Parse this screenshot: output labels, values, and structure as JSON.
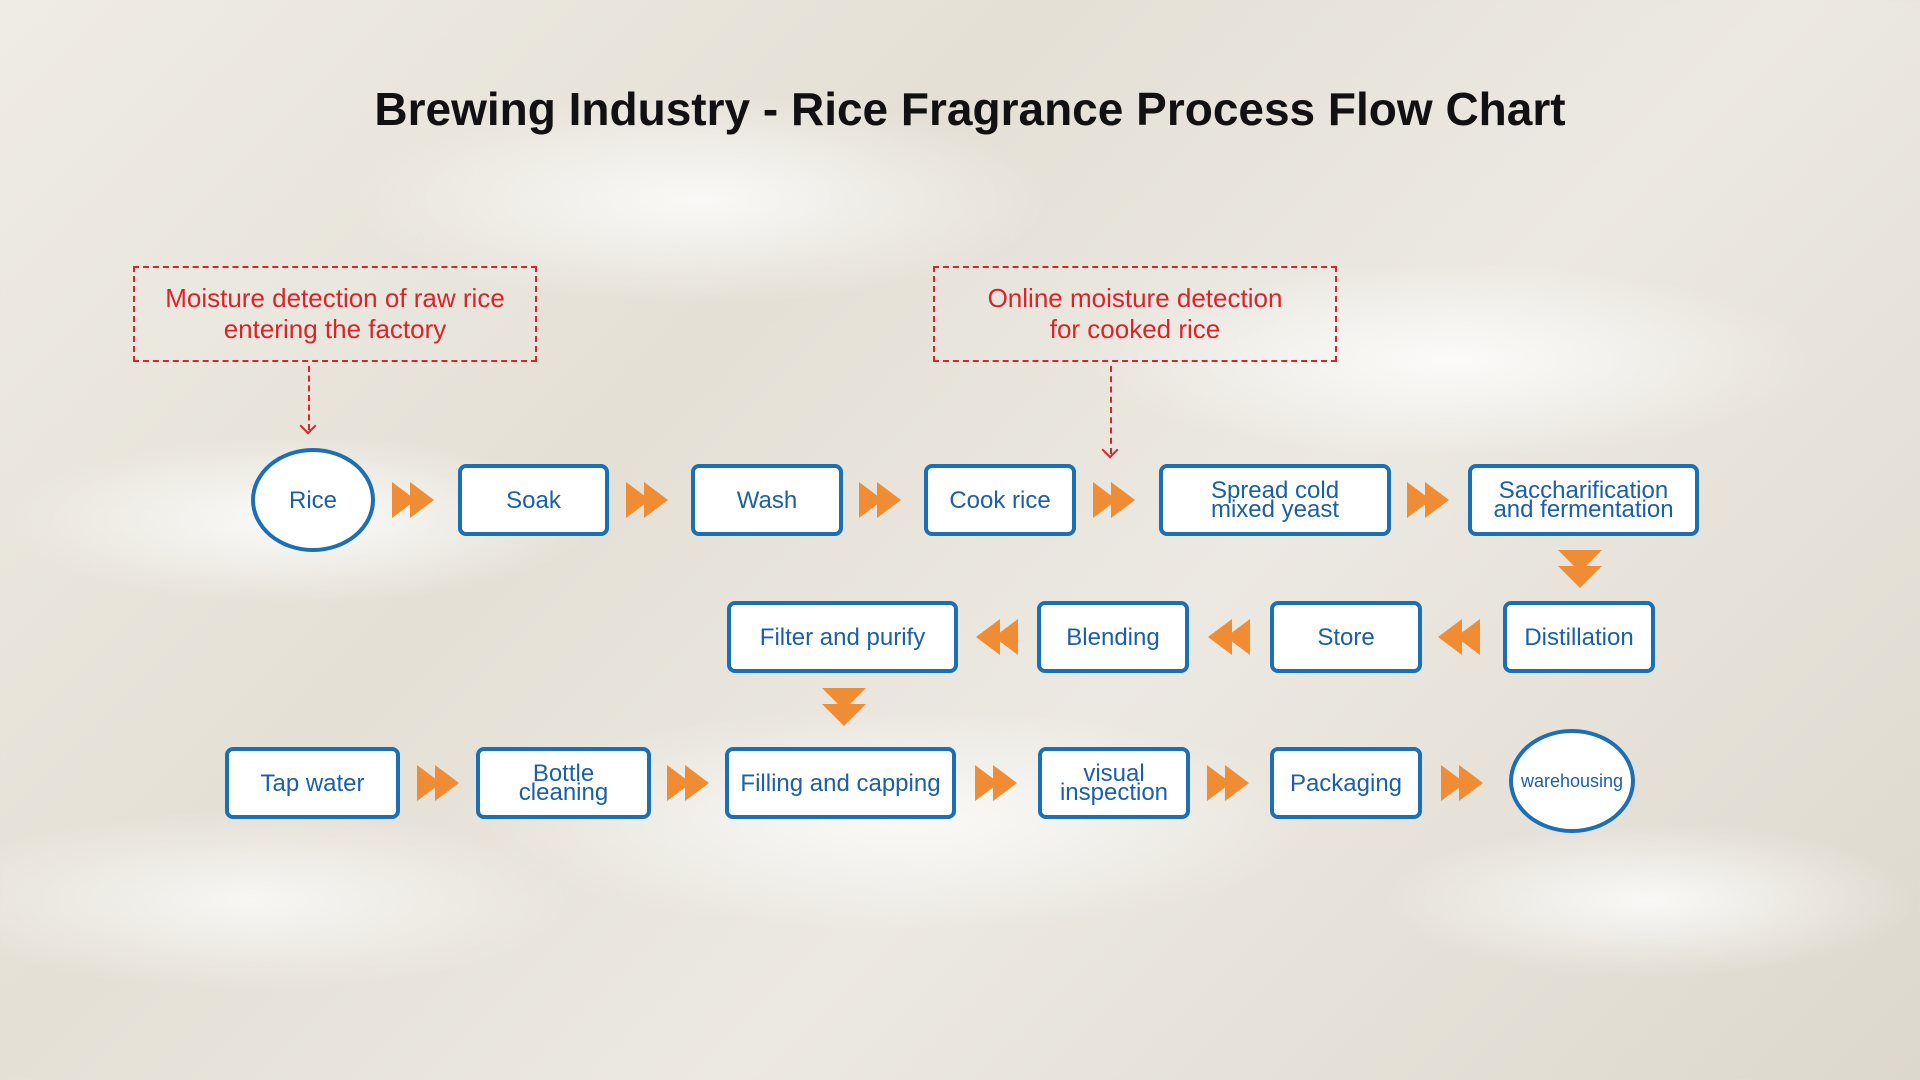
{
  "title": "Brewing Industry - Rice Fragrance Process Flow Chart",
  "notes": {
    "raw_rice": [
      "Moisture detection of raw rice",
      "entering the factory"
    ],
    "cooked_rice": [
      "Online moisture detection",
      "for cooked rice"
    ]
  },
  "row1": {
    "rice": "Rice",
    "soak": "Soak",
    "wash": "Wash",
    "cook": "Cook rice",
    "spread": [
      "Spread cold",
      "mixed yeast"
    ],
    "sacch": [
      "Saccharification",
      "and fermentation"
    ]
  },
  "row2": {
    "distillation": "Distillation",
    "store": "Store",
    "blending": "Blending",
    "filter": "Filter and purify"
  },
  "row3": {
    "tap": "Tap water",
    "bottle": [
      "Bottle",
      "cleaning"
    ],
    "filling": "Filling and capping",
    "visual": [
      "visual",
      "inspection"
    ],
    "packaging": "Packaging",
    "warehousing": "warehousing"
  },
  "colors": {
    "box_border": "#1a6fb5",
    "box_text": "#1a5fa8",
    "arrow": "#f08d34",
    "note": "#d8242a"
  }
}
